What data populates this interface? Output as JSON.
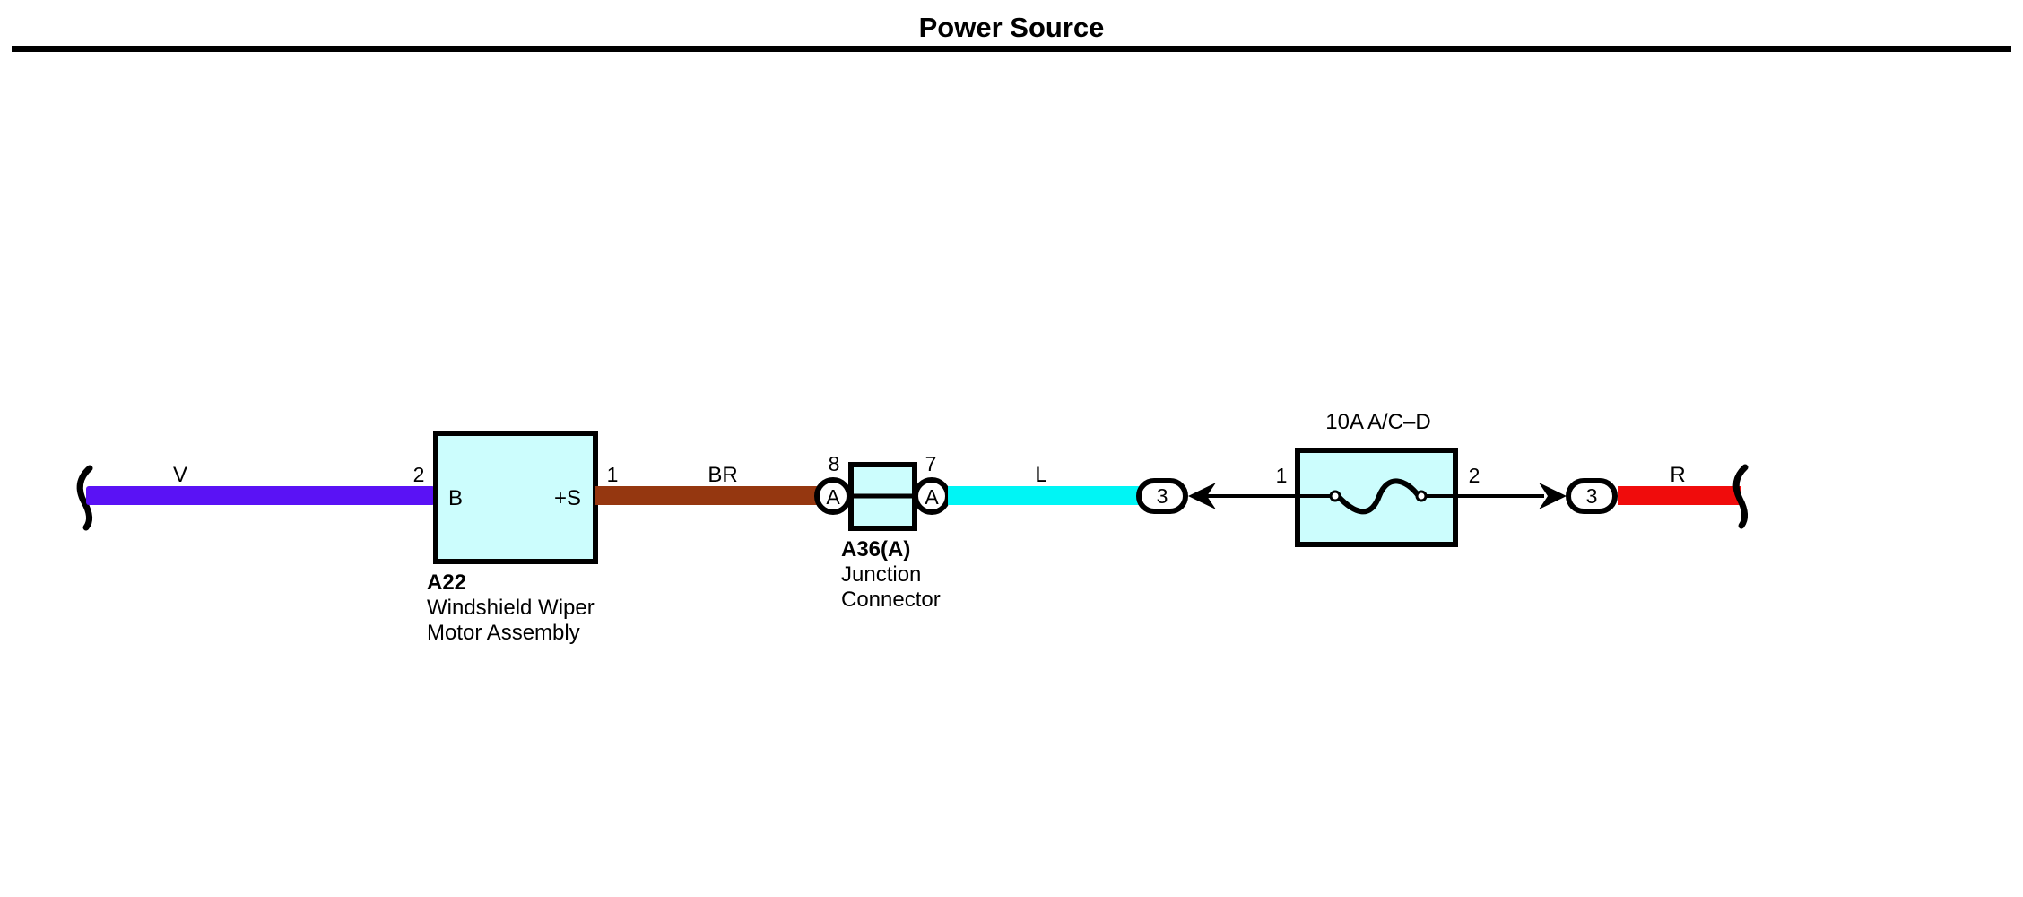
{
  "title": "Power Source",
  "colors": {
    "wire_V": "#5a12f5",
    "wire_BR": "#953710",
    "wire_L": "#00f5f5",
    "wire_R": "#f00c0c",
    "component_fill": "#ccfdfd",
    "outline": "#000000"
  },
  "wires": [
    {
      "id": "V",
      "label": "V",
      "color_name": "violet"
    },
    {
      "id": "BR",
      "label": "BR",
      "color_name": "brown"
    },
    {
      "id": "L",
      "label": "L",
      "color_name": "light blue"
    },
    {
      "id": "R",
      "label": "R",
      "color_name": "red"
    }
  ],
  "components": {
    "wiper_motor": {
      "code": "A22",
      "name_line1": "Windshield Wiper",
      "name_line2": "Motor Assembly",
      "terminal_left": "B",
      "terminal_right": "+S",
      "pin_left": "2",
      "pin_right": "1"
    },
    "junction": {
      "code": "A36(A)",
      "name_line1": "Junction",
      "name_line2": "Connector",
      "connector_left": "A",
      "connector_right": "A",
      "pin_left": "8",
      "pin_right": "7"
    },
    "fuse": {
      "label": "10A A/C–D",
      "pin_left": "1",
      "pin_right": "2"
    },
    "connector_left": {
      "label": "3"
    },
    "connector_right": {
      "label": "3"
    }
  }
}
